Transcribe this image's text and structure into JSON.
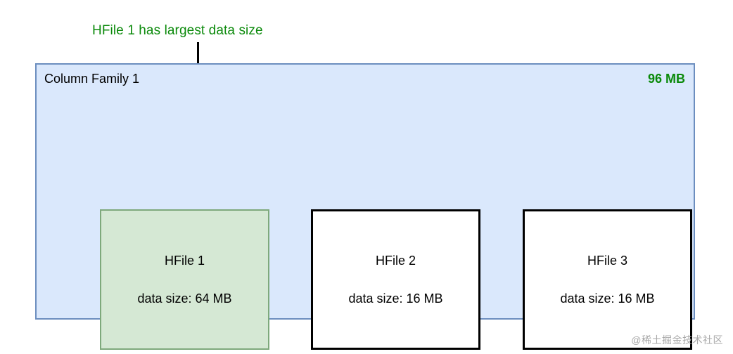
{
  "annotation": {
    "text": "HFile 1 has largest data size",
    "color": "#0b8a0b",
    "arrow_icon": "down-arrow-icon"
  },
  "column_family": {
    "title": "Column Family 1",
    "total_size": "96 MB",
    "total_size_color": "#0b8a0b",
    "fill_color": "#dae8fc",
    "border_color": "#6c8ebf"
  },
  "hfiles": [
    {
      "name": "HFile 1",
      "size_label": "data size: 64 MB",
      "highlighted": true,
      "fill_color": "#d5e8d4",
      "border_color": "#7ea97c"
    },
    {
      "name": "HFile 2",
      "size_label": "data size: 16 MB",
      "highlighted": false,
      "fill_color": "#ffffff",
      "border_color": "#000000"
    },
    {
      "name": "HFile 3",
      "size_label": "data size: 16 MB",
      "highlighted": false,
      "fill_color": "#ffffff",
      "border_color": "#000000"
    }
  ],
  "watermark": {
    "text": "@稀土掘金技术社区"
  }
}
